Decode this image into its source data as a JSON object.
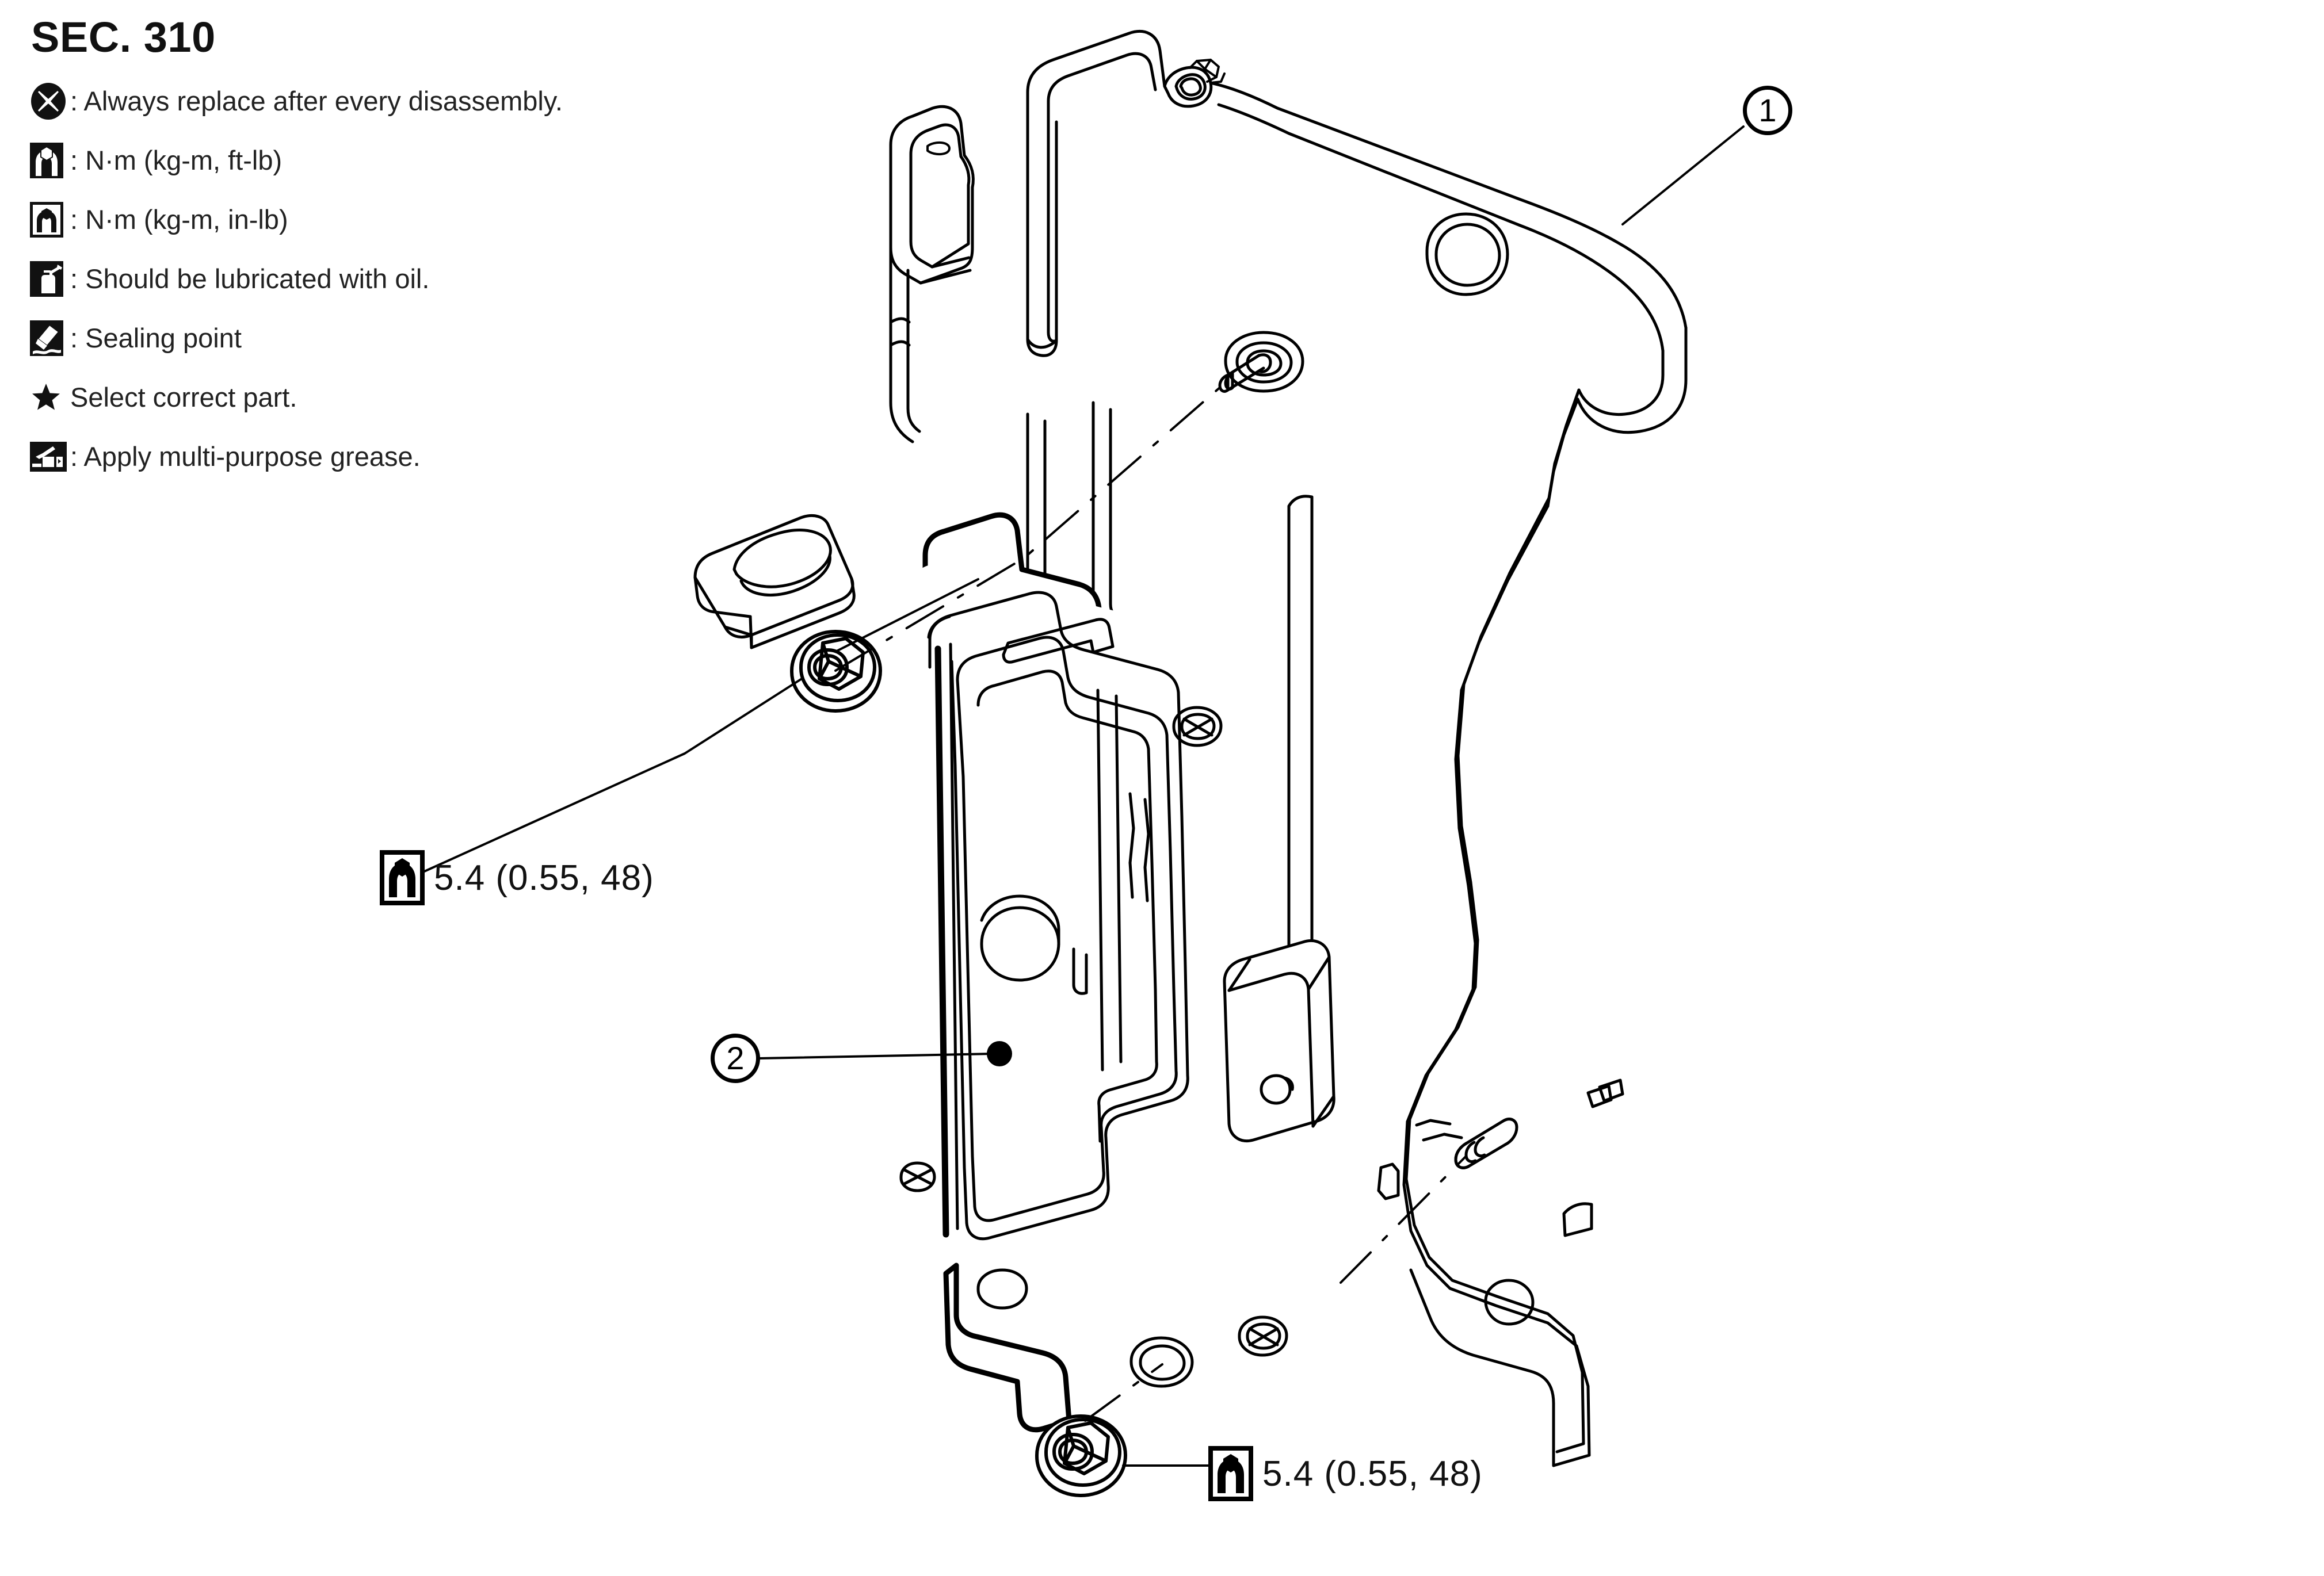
{
  "document": {
    "section_title": "SEC. 310",
    "type": "exploded-assembly-diagram"
  },
  "legend": {
    "items": [
      {
        "icon": "replace-after-disassembly-icon",
        "text": ": Always replace after every disassembly."
      },
      {
        "icon": "torque-wrench-ftlb-icon",
        "text": ": N·m (kg-m, ft-lb)"
      },
      {
        "icon": "torque-wrench-inlb-icon",
        "text": ": N·m (kg-m, in-lb)"
      },
      {
        "icon": "oil-can-icon",
        "text": ": Should be lubricated with oil."
      },
      {
        "icon": "sealant-brush-icon",
        "text": ": Sealing point"
      },
      {
        "icon": "star-icon",
        "text": "Select correct part."
      },
      {
        "icon": "grease-gun-icon",
        "text": ": Apply multi-purpose grease."
      }
    ]
  },
  "callouts": {
    "balloons": [
      {
        "id": "1",
        "label": "1",
        "target": "mounting-bracket"
      },
      {
        "id": "2",
        "label": "2",
        "target": "control-unit-module"
      }
    ],
    "torque_specs": [
      {
        "id": "torque-upper",
        "icon": "torque-wrench-inlb-icon",
        "value": "5.4 (0.55, 48)"
      },
      {
        "id": "torque-lower",
        "icon": "torque-wrench-inlb-icon",
        "value": "5.4 (0.55, 48)"
      }
    ]
  },
  "colors": {
    "ink": "#000000",
    "paper": "#ffffff",
    "legend_text": "#222222"
  }
}
